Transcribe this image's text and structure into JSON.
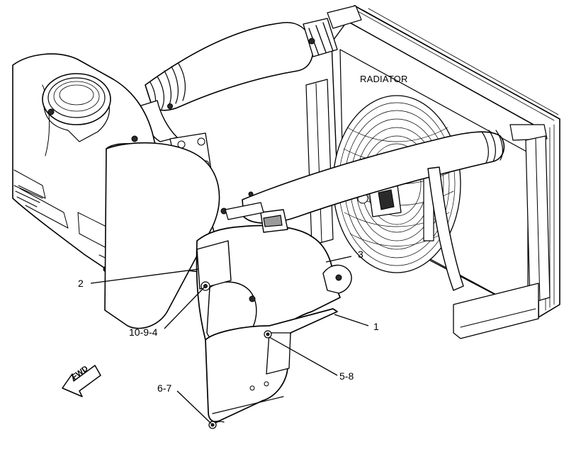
{
  "diagram": {
    "component_label": "RADIATOR",
    "direction_arrow": "FWD",
    "callouts": [
      {
        "id": "callout-1",
        "text": "1"
      },
      {
        "id": "callout-2",
        "text": "2"
      },
      {
        "id": "callout-3",
        "text": "3"
      },
      {
        "id": "callout-5-8",
        "text": "5-8"
      },
      {
        "id": "callout-6-7",
        "text": "6-7"
      },
      {
        "id": "callout-10-9-4",
        "text": "10-9-4"
      }
    ],
    "icons": [
      "fwd-arrow-icon",
      "bolt-icon",
      "hose-clamp-icon",
      "fan-icon"
    ]
  }
}
